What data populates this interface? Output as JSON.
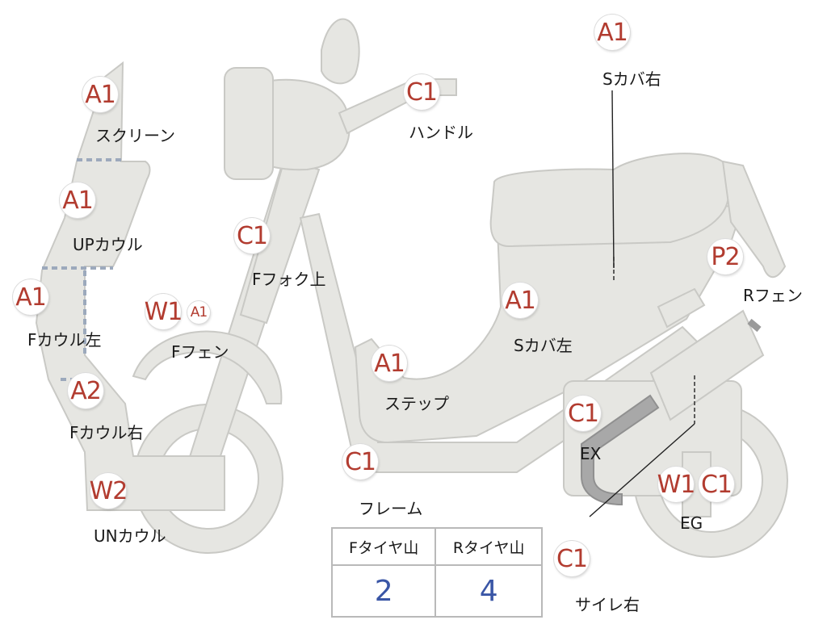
{
  "parts": {
    "screen": {
      "grade": "A1",
      "label": "スクリーン"
    },
    "up_cowl": {
      "grade": "A1",
      "label": "UPカウル"
    },
    "f_cowl_left": {
      "grade": "A1",
      "label": "Fカウル左"
    },
    "f_cowl_right": {
      "grade": "A2",
      "label": "Fカウル右"
    },
    "un_cowl": {
      "grade": "W2",
      "label": "UNカウル"
    },
    "f_fender": {
      "grade": "W1",
      "grade_small": "A1",
      "label": "Fフェン"
    },
    "f_fork_upper": {
      "grade": "C1",
      "label": "Fフォク上"
    },
    "handle": {
      "grade": "C1",
      "label": "ハンドル"
    },
    "s_cover_right": {
      "grade": "A1",
      "label": "Sカバ右"
    },
    "r_fender": {
      "grade": "P2",
      "label": "Rフェン"
    },
    "s_cover_left": {
      "grade": "A1",
      "label": "Sカバ左"
    },
    "step": {
      "grade": "A1",
      "label": "ステップ"
    },
    "frame": {
      "grade": "C1",
      "label": "フレーム"
    },
    "exhaust": {
      "grade": "C1",
      "label": "EX"
    },
    "engine": {
      "grade": "W1",
      "grade2": "C1",
      "label": "EG"
    },
    "muffler_right": {
      "grade": "C1",
      "label": "サイレ右"
    }
  },
  "tire_table": {
    "headers": [
      "Fタイヤ山",
      "Rタイヤ山"
    ],
    "values": [
      "2",
      "4"
    ]
  },
  "colors": {
    "grade_text": "#b23c30",
    "tire_value": "#3a56a6",
    "part_fill": "#e6e6e2"
  }
}
